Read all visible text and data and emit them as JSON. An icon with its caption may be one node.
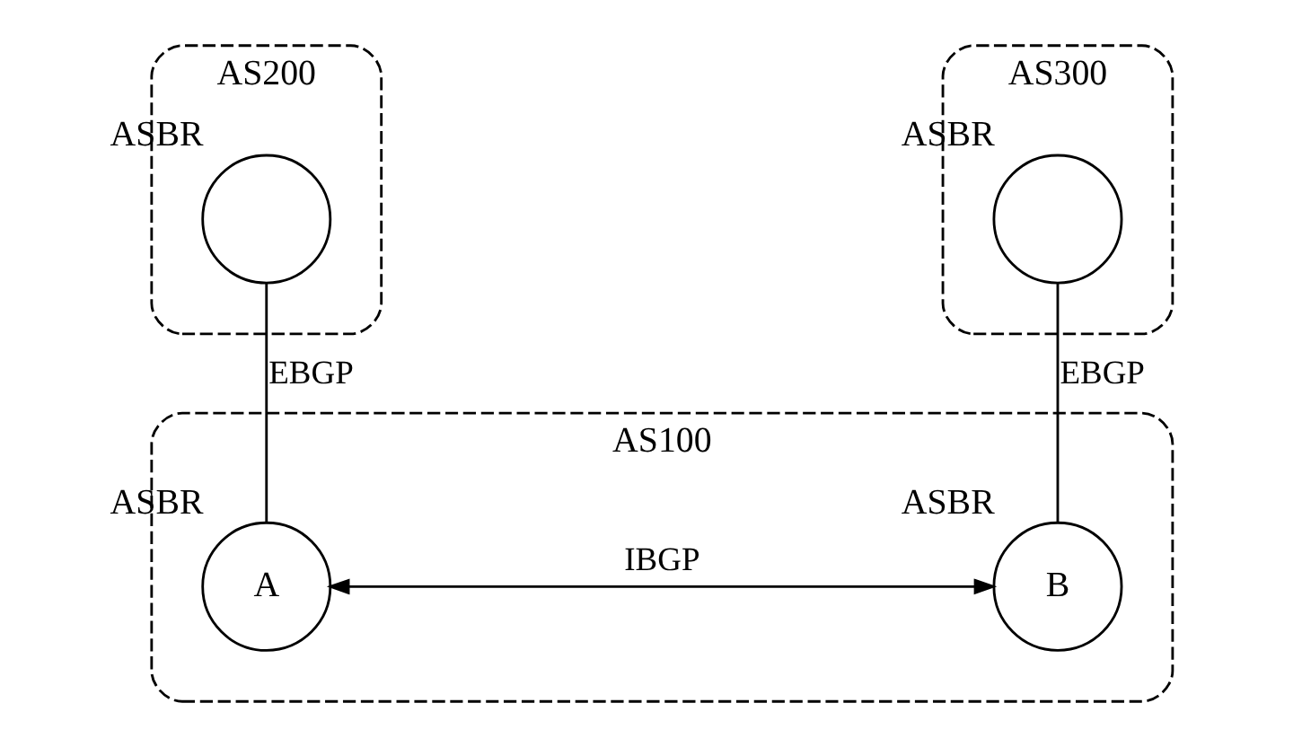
{
  "diagram": {
    "nodes": [
      {
        "text": [
          "AS200"
        ]
      },
      {
        "text": [],
        "shape": "circle",
        "in": 0,
        "beside": [
          "ASBR"
        ]
      },
      {
        "text": [
          "AS300"
        ]
      },
      {
        "text": [],
        "shape": "circle",
        "in": 2,
        "beside": [
          "ASBR"
        ]
      },
      {
        "text": [
          "AS100"
        ]
      },
      {
        "text": [
          "A"
        ],
        "in": 4,
        "beside": [
          "ASBR"
        ]
      },
      {
        "text": [
          "B"
        ],
        "in": 4,
        "beside": [
          "ASBR"
        ]
      }
    ],
    "edges": [
      {
        "from": 1,
        "to": 5,
        "arrow": "none",
        "label": "EBGP"
      },
      {
        "from": 3,
        "to": 6,
        "arrow": "none",
        "label": "EBGP"
      },
      {
        "from": 5,
        "to": 6,
        "arrow": "both",
        "label": "IBGP"
      }
    ]
  }
}
